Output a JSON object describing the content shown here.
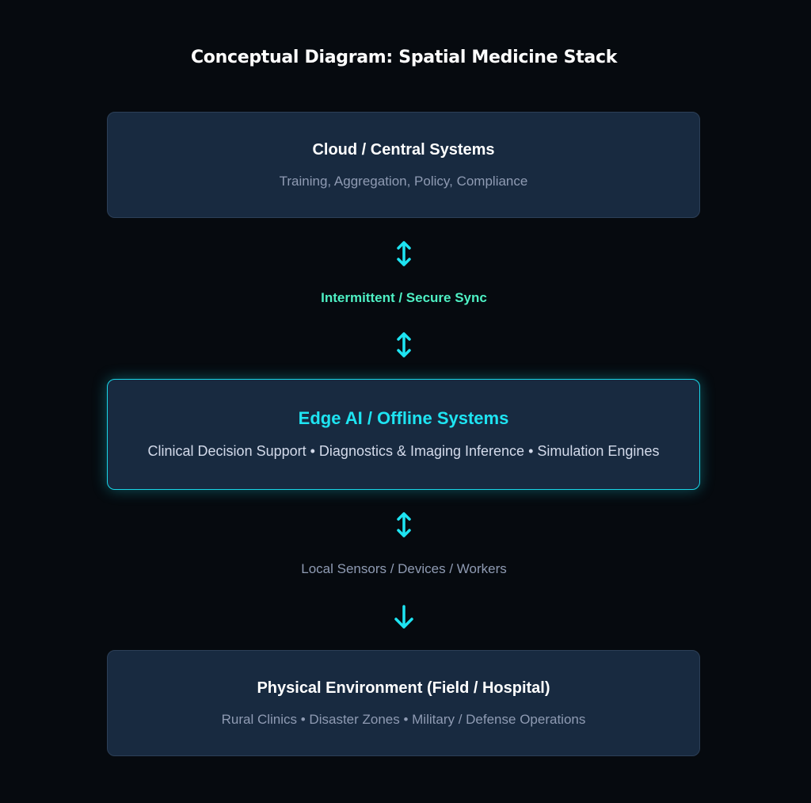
{
  "title": "Conceptual Diagram: Spatial Medicine Stack",
  "layers": [
    {
      "title": "Cloud / Central Systems",
      "subtitle": "Training, Aggregation, Policy, Compliance"
    },
    {
      "title": "Edge AI / Offline Systems",
      "subtitle": "Clinical Decision Support • Diagnostics & Imaging Inference • Simulation Engines"
    },
    {
      "title": "Physical Environment (Field / Hospital)",
      "subtitle": "Rural Clinics • Disaster Zones • Military / Defense Operations"
    }
  ],
  "connectors": {
    "sync_label": "Intermittent / Secure Sync",
    "local_label": "Local Sensors / Devices / Workers"
  },
  "colors": {
    "accent": "#1ee4f2",
    "sync": "#4ef0c4",
    "background": "#060a0f",
    "box": "#182a40"
  }
}
